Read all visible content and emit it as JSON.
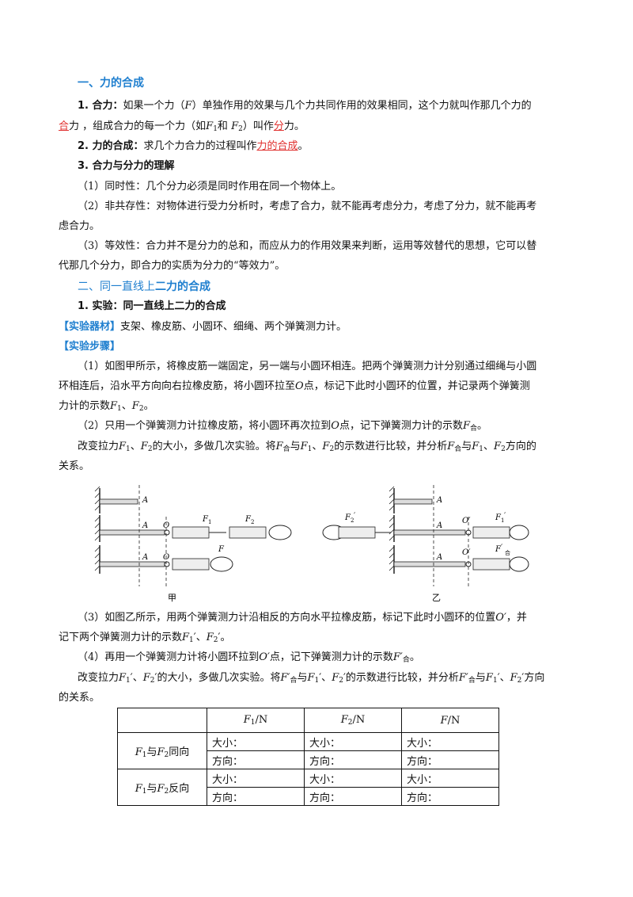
{
  "section1": {
    "title": "一、力的合成",
    "p1": {
      "label": "1. 合力：",
      "text_a": "如果一个力（",
      "F": "F",
      "text_b": "）单独作用的效果与几个力共同作用的效果相同，这个力就叫作那几个力的",
      "blank1": "合",
      "text_c": "力 ，组成合力的每一个力（如",
      "F1": "F",
      "F1_sub": "1",
      "and": "和 ",
      "F2": "F",
      "F2_sub": "2",
      "text_d": "）叫作",
      "blank2": "分",
      "text_e": "力。"
    },
    "p2": {
      "label": "2. 力的合成：",
      "text": "求几个力合力的过程叫作",
      "blank": "力的合成",
      "end": "。"
    },
    "p3": {
      "label": "3. 合力与分力的理解"
    },
    "p3_1": "（1）同时性：几个分力必须是同时作用在同一个物体上。",
    "p3_2a": "（2）非共存性：对物体进行受力分析时，考虑了合力，就不能再考虑分力，考虑了分力，就不能再考",
    "p3_2b": "虑合力。",
    "p3_3a": "（3）等效性：合力并不是分力的总和，而应从力的作用效果来判断，运用等效替代的思想，它可以替",
    "p3_3b": "代那几个分力，即合力的实质为分力的“等效力”。"
  },
  "section2": {
    "title_a": "二、同一直线上",
    "title_b": "二力的合成",
    "exp_title": "1. 实验：同一直线上二力的合成",
    "equip_label": "【实验器材】",
    "equip_text": "支架、橡皮筋、小圆环、细绳、两个弹簧测力计。",
    "steps_label": "【实验步骤】",
    "s1a_1": "（1）如图甲所示，将橡皮筋一端固定，另一端与小圆环相连。把两个弹簧测力计分别通过细绳与小圆",
    "s1b_1": "环相连后，沿水平方向向右拉橡皮筋，将小圆环拉至",
    "s1b_O": "O",
    "s1b_2": "点，标记下此时小圆环的位置，并记录两个弹簧测",
    "s1c_1": "力计的示数",
    "s1c_F": "F",
    "s1c_s1": "1",
    "s1c_sep": "、",
    "s1c_s2": "2",
    "s1c_end": "。",
    "s2_1": "（2）只用一个弹簧测力计拉橡皮筋，将小圆环再次拉到",
    "s2_O": "O",
    "s2_2": "点，记下弹簧测力计的示数",
    "s2_F": "F",
    "s2_sub": "合",
    "s2_end": "。",
    "c1a_1": "改变拉力",
    "c1a_F": "F",
    "c1a_s1": "1",
    "c1a_sep": "、",
    "c1a_s2": "2",
    "c1a_2": "的大小，多做几次实验。将",
    "c1a_sub": "合",
    "c1a_3": "与",
    "c1a_4": "的示数进行比较，并分析",
    "c1a_5": "方向的",
    "c1b": "关系。",
    "s3a_1": "（3）如图乙所示，用两个弹簧测力计沿相反的方向水平拉橡皮筋，标记下此时小圆环的位置",
    "s3a_O": "O′",
    "s3a_end": "，并",
    "s3b_1": "记下两个弹簧测力计的示数",
    "s3b_F1": "F",
    "s3b_s1": "1",
    "s3b_p1": "′、",
    "s3b_s2": "2",
    "s3b_p2": "′。",
    "s4_1": "（4）再用一个弹簧测力计将小圆环拉到",
    "s4_O": "O′",
    "s4_2": "点，记下弹簧测力计的示数",
    "s4_F": "F′",
    "s4_sub": "合",
    "s4_end": "。",
    "c2a_1": "改变拉力",
    "c2a_2": "′、",
    "c2a_3": "′的大小，多做几次实验。将",
    "c2a_Fp": "F′",
    "c2a_sub": "合",
    "c2a_4": "与",
    "c2a_5": "′的示数进行比较，并分析",
    "c2a_6": "′方向",
    "c2b": "的关系。"
  },
  "figure": {
    "label_jia": "甲",
    "label_yi": "乙",
    "A": "A",
    "O": "O",
    "Op": "O′",
    "F": "F",
    "F1": "F",
    "sub1": "1",
    "sub2": "2",
    "prime": "′",
    "he": "合"
  },
  "table": {
    "headers": [
      "",
      "F1/N",
      "F2/N",
      "F/N"
    ],
    "h1_F": "F",
    "h1_sub": "1",
    "h1_unit": "/N",
    "h2_F": "F",
    "h2_sub": "2",
    "h2_unit": "/N",
    "h3_F": "F",
    "h3_unit": "/N",
    "row1_F": "F",
    "row1_s1": "1",
    "row1_mid": "与",
    "row1_s2": "2",
    "row1_end": "同向",
    "row2_F": "F",
    "row2_s1": "1",
    "row2_mid": "与",
    "row2_s2": "2",
    "row2_end": "反向",
    "size_label": "大小：",
    "dir_label": "方向："
  },
  "colors": {
    "heading": "#1f7fcf",
    "highlight": "#e0312f"
  }
}
